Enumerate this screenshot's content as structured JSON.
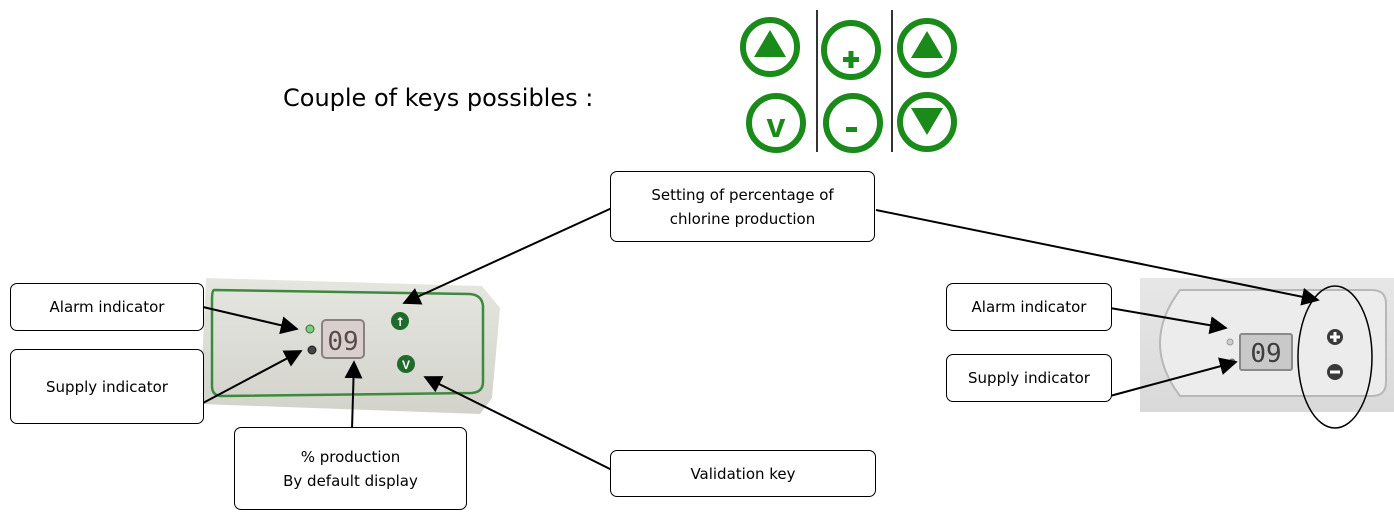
{
  "heading": "Couple of keys possibles :",
  "keys": [
    {
      "name": "up-arrow",
      "color": "#1a8a1a"
    },
    {
      "name": "plus",
      "color": "#1a8a1a"
    },
    {
      "name": "up-arrow",
      "color": "#1a8a1a"
    },
    {
      "name": "v",
      "label": "v",
      "color": "#1a8a1a"
    },
    {
      "name": "minus",
      "color": "#1a8a1a"
    },
    {
      "name": "down-arrow",
      "color": "#1a8a1a"
    }
  ],
  "callouts": {
    "setting": [
      "Setting of percentage of",
      "chlorine production"
    ],
    "alarm_left": "Alarm indicator",
    "supply_left": "Supply indicator",
    "production": [
      "% production",
      "By default display"
    ],
    "validation": "Validation key",
    "alarm_right": "Alarm indicator",
    "supply_right": "Supply indicator"
  },
  "panels": {
    "left_display": "09",
    "left_key_up": "↑",
    "left_key_v": "V",
    "right_display": "09"
  }
}
